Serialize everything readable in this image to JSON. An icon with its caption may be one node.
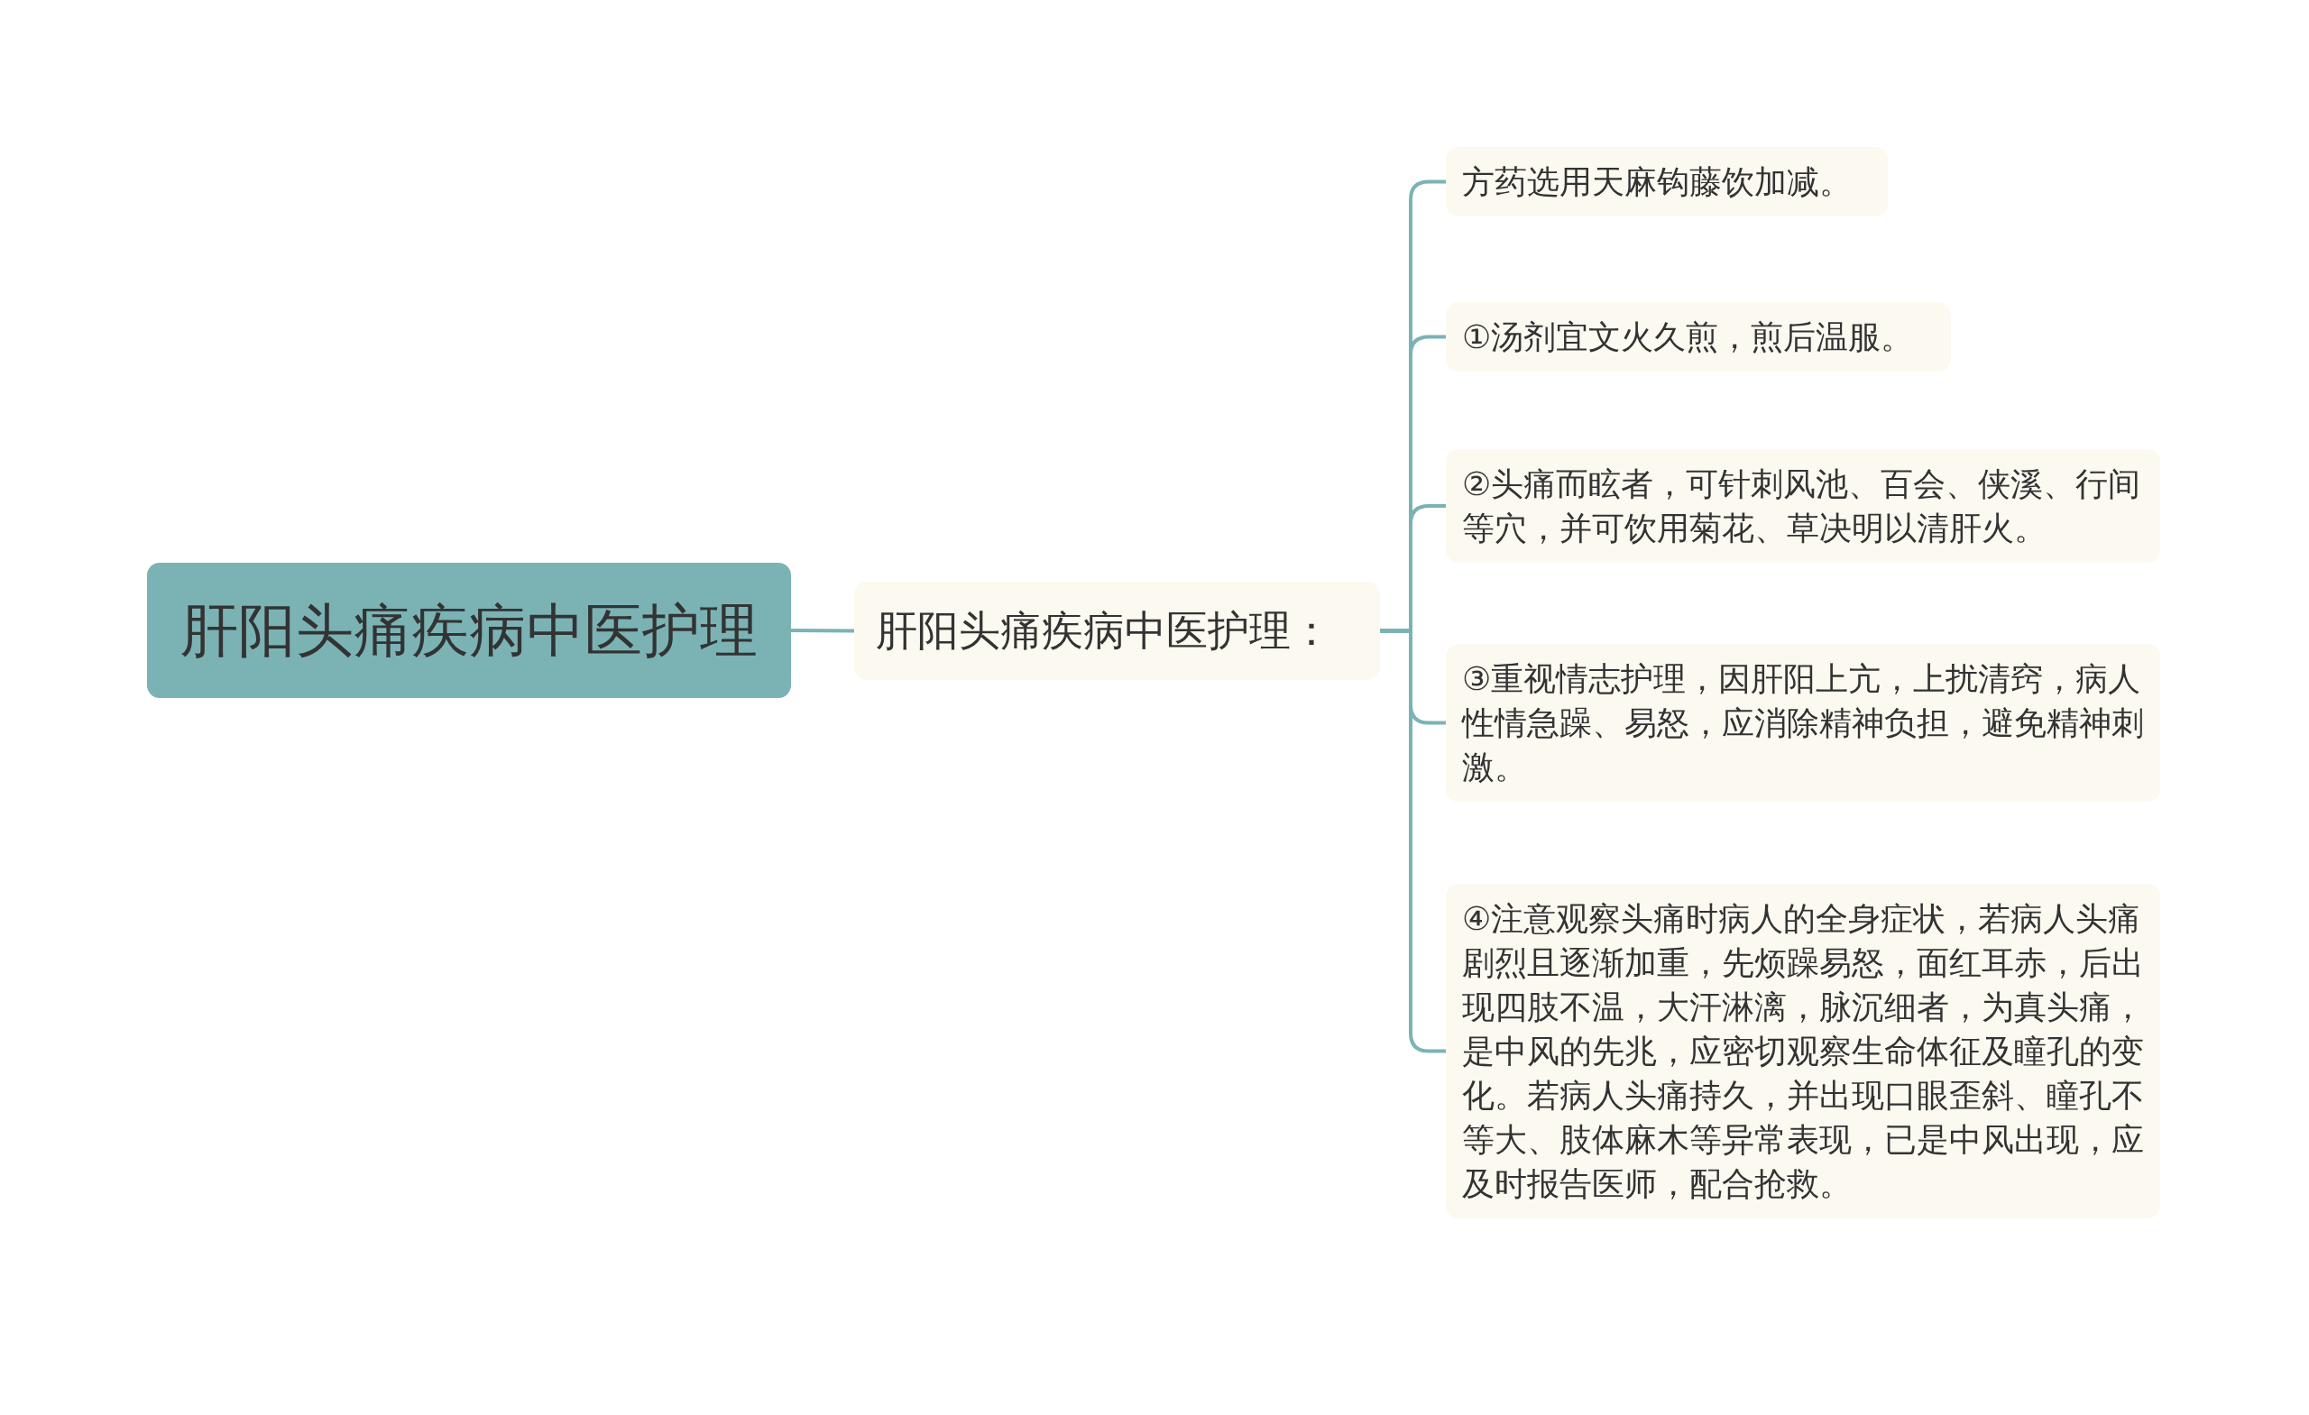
{
  "diagram": {
    "nodes": [
      {
        "text": [
          "肝阳头痛疾病中医护理"
        ]
      },
      {
        "text": [
          "肝阳头痛疾病中医护理："
        ]
      },
      {
        "text": [
          "方药选用天麻钩藤饮加减。"
        ]
      },
      {
        "text": [
          "①汤剂宜文火久煎，煎后温服。"
        ]
      },
      {
        "text": [
          "②头痛而眩者，可针刺风池、百会、侠溪、行间等穴，并可饮用菊花、草决明以清肝火。"
        ]
      },
      {
        "text": [
          "③重视情志护理，因肝阳上亢，上扰清窍，病人性情急躁、易怒，应消除精神负担，避免精神刺激。"
        ]
      },
      {
        "text": [
          "④注意观察头痛时病人的全身症状，若病人头痛剧烈且逐渐加重，先烦躁易怒，面红耳赤，后出现四肢不温，大汗淋漓，脉沉细者，为真头痛，是中风的先兆，应密切观察生命体征及瞳孔的变化。若病人头痛持久，并出现口眼歪斜、瞳孔不等大、肢体麻木等异常表现，已是中风出现，应及时报告医师，配合抢救。"
        ]
      }
    ],
    "edges": [
      {
        "from": 0,
        "to": 1,
        "arrow": "none"
      },
      {
        "from": 1,
        "to": 2,
        "arrow": "none"
      },
      {
        "from": 1,
        "to": 3,
        "arrow": "none"
      },
      {
        "from": 1,
        "to": 4,
        "arrow": "none"
      },
      {
        "from": 1,
        "to": 5,
        "arrow": "none"
      },
      {
        "from": 1,
        "to": 6,
        "arrow": "none"
      }
    ]
  }
}
